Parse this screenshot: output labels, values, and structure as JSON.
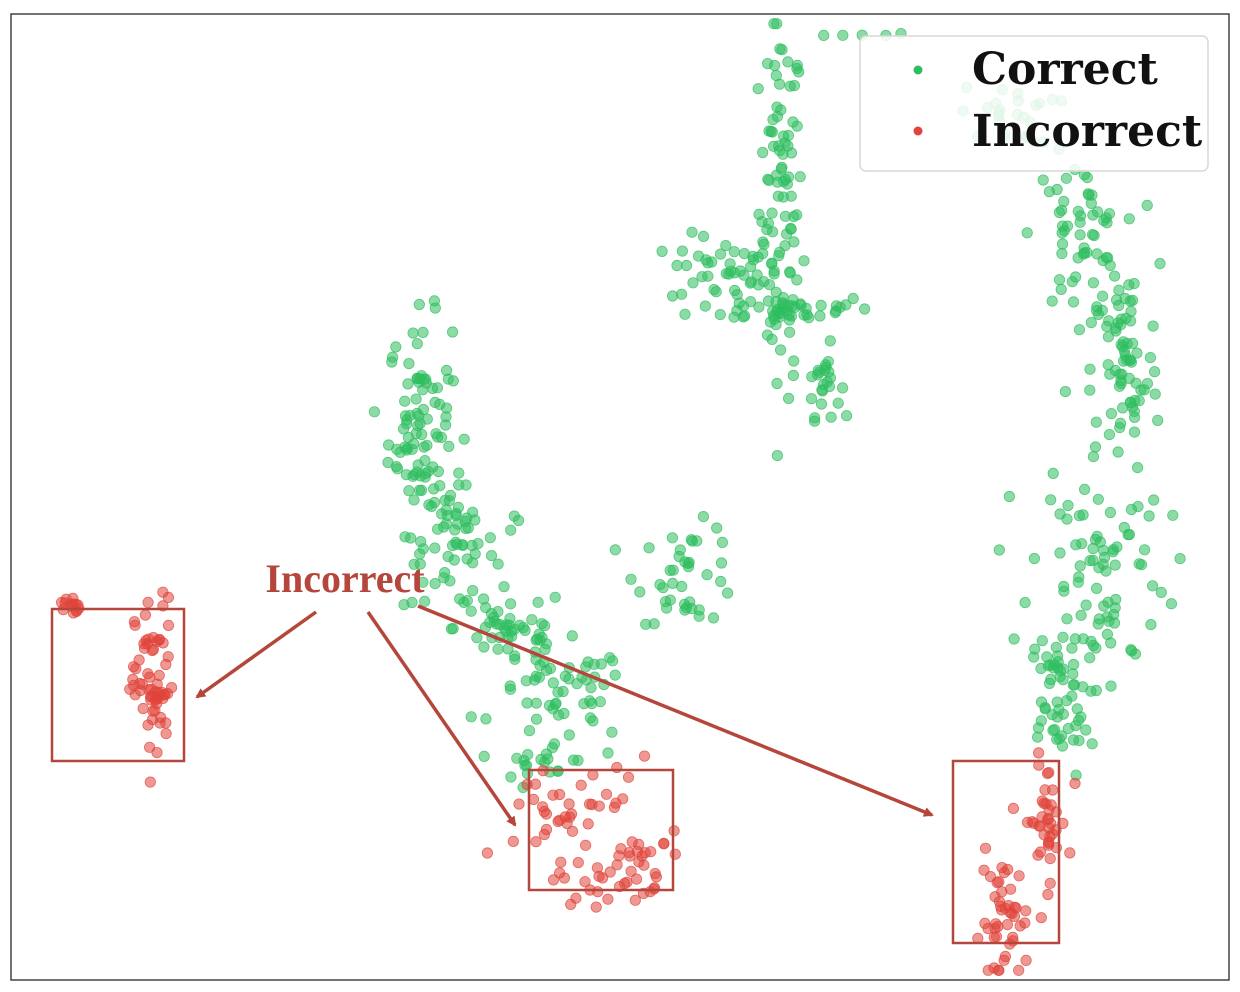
{
  "chart_data": {
    "type": "scatter",
    "title": "",
    "xlabel": "",
    "ylabel": "",
    "xlim": [
      0,
      100
    ],
    "ylim": [
      0,
      100
    ],
    "grid": false,
    "legend_placement": "top-right",
    "annotation": "Incorrect",
    "series": [
      {
        "name": "Correct",
        "color": "#2ebd5f",
        "clusters": [
          {
            "cx": 63.2,
            "cy": 80.0,
            "sx": 0.9,
            "sy": 9.8,
            "n": 90
          },
          {
            "cx": 58.5,
            "cy": 73.5,
            "sx": 2.2,
            "sy": 1.8,
            "n": 40
          },
          {
            "cx": 63.6,
            "cy": 69.5,
            "sx": 3.8,
            "sy": 0.7,
            "n": 45
          },
          {
            "cx": 66.7,
            "cy": 62.0,
            "sx": 0.7,
            "sy": 1.8,
            "n": 25
          },
          {
            "cx": 33.6,
            "cy": 57.5,
            "sx": 1.3,
            "sy": 5.5,
            "n": 90
          },
          {
            "cx": 36.3,
            "cy": 45.0,
            "sx": 1.7,
            "sy": 3.2,
            "n": 55
          },
          {
            "cx": 41.0,
            "cy": 36.5,
            "sx": 2.3,
            "sy": 2.0,
            "n": 45
          },
          {
            "cx": 45.2,
            "cy": 29.5,
            "sx": 2.8,
            "sy": 2.5,
            "n": 55
          },
          {
            "cx": 44.2,
            "cy": 22.5,
            "sx": 2.0,
            "sy": 1.5,
            "n": 20
          },
          {
            "cx": 55.6,
            "cy": 42.0,
            "sx": 2.1,
            "sy": 2.5,
            "n": 40
          },
          {
            "cx": 41.6,
            "cy": 47.5,
            "sx": 0.4,
            "sy": 0.7,
            "n": 3
          },
          {
            "cx": 87.6,
            "cy": 77.0,
            "sx": 1.8,
            "sy": 4.0,
            "n": 60
          },
          {
            "cx": 91.5,
            "cy": 63.0,
            "sx": 1.4,
            "sy": 5.5,
            "n": 70
          },
          {
            "cx": 89.3,
            "cy": 43.0,
            "sx": 2.8,
            "sy": 6.5,
            "n": 90
          },
          {
            "cx": 85.8,
            "cy": 28.5,
            "sx": 1.4,
            "sy": 3.8,
            "n": 50
          },
          {
            "cx": 81.8,
            "cy": 89.5,
            "sx": 2.0,
            "sy": 1.5,
            "n": 25
          },
          {
            "cx": 71.0,
            "cy": 97.8,
            "sx": 2.2,
            "sy": 0.3,
            "n": 5
          }
        ]
      },
      {
        "name": "Incorrect",
        "color": "#e0443a",
        "clusters": [
          {
            "cx": 4.8,
            "cy": 38.8,
            "sx": 0.4,
            "sy": 0.5,
            "n": 14
          },
          {
            "cx": 11.8,
            "cy": 30.5,
            "sx": 0.8,
            "sy": 4.5,
            "n": 60
          },
          {
            "cx": 10.4,
            "cy": 30.0,
            "sx": 0.5,
            "sy": 0.6,
            "n": 6
          },
          {
            "cx": 46.5,
            "cy": 17.0,
            "sx": 3.3,
            "sy": 3.0,
            "n": 45
          },
          {
            "cx": 49.5,
            "cy": 10.5,
            "sx": 2.3,
            "sy": 1.4,
            "n": 25
          },
          {
            "cx": 52.3,
            "cy": 12.5,
            "sx": 1.4,
            "sy": 1.8,
            "n": 12
          },
          {
            "cx": 85.0,
            "cy": 16.5,
            "sx": 0.9,
            "sy": 3.2,
            "n": 40
          },
          {
            "cx": 81.6,
            "cy": 6.0,
            "sx": 1.0,
            "sy": 3.4,
            "n": 45
          }
        ]
      }
    ]
  }
}
